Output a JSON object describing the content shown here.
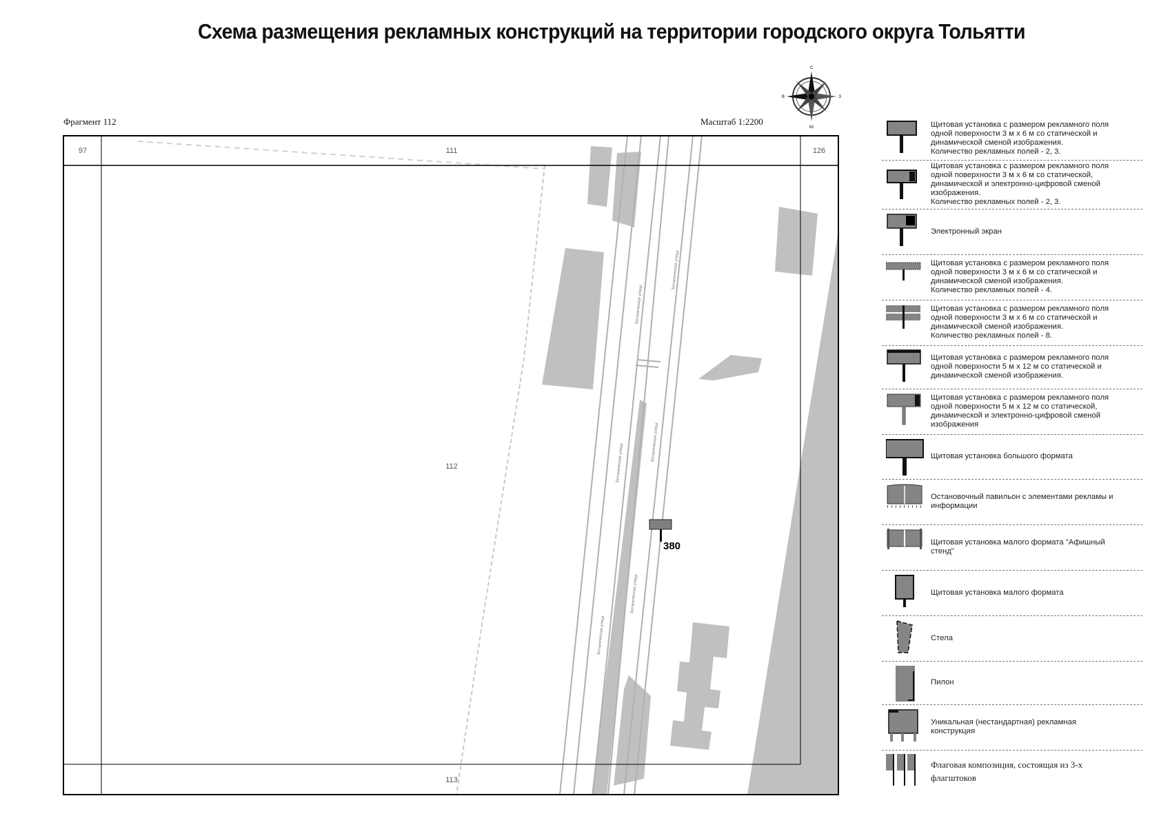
{
  "title": "Схема размещения рекламных конструкций на территории городского округа Тольятти",
  "fragment_label": "Фрагмент 112",
  "scale_label": "Масштаб 1:2200",
  "compass": {
    "n": "С",
    "s": "Ю",
    "w": "В",
    "e": "З"
  },
  "map": {
    "sheet_labels": {
      "top_left": "97",
      "top_center": "111",
      "top_right": "126",
      "center": "112",
      "bottom_center": "113"
    },
    "street_name": "Ботаническая улица",
    "markers": [
      {
        "id": "380",
        "type": "billboard-3x6-static-dynamic"
      }
    ],
    "colors": {
      "fill": "#c0c0c0",
      "frame": "#000000",
      "marker": "#808080"
    }
  },
  "legend": [
    {
      "icon": "billboard-3x6-icon",
      "text": "Щитовая установка с размером рекламного поля\nодной поверхности 3 м х 6 м со статической и\nдинамической сменой изображения.\nКоличество рекламных полей - 2, 3."
    },
    {
      "icon": "billboard-3x6-digital-icon",
      "text": "Щитовая установка с размером рекламного поля\nодной поверхности 3 м х 6 м со статической,\nдинамической и электронно-цифровой сменой\nизображения.\nКоличество рекламных полей - 2, 3."
    },
    {
      "icon": "electronic-screen-icon",
      "text": "Электронный экран"
    },
    {
      "icon": "billboard-4-fields-icon",
      "text": "Щитовая установка с размером рекламного поля\nодной поверхности 3 м х 6 м со статической и\nдинамической сменой изображения.\nКоличество рекламных полей - 4."
    },
    {
      "icon": "billboard-8-fields-icon",
      "text": "Щитовая установка с размером рекламного поля\nодной поверхности 3 м х 6 м со статической и\nдинамической сменой изображения.\nКоличество рекламных полей - 8."
    },
    {
      "icon": "billboard-5x12-icon",
      "text": "Щитовая установка с размером рекламного поля\nодной поверхности 5 м х 12 м со статической и\nдинамической сменой изображения."
    },
    {
      "icon": "billboard-5x12-digital-icon",
      "text": "Щитовая установка с размером рекламного поля\nодной поверхности 5 м х 12 м со статической,\nдинамической и электронно-цифровой сменой\nизображения"
    },
    {
      "icon": "large-format-billboard-icon",
      "text": "Щитовая установка большого формата"
    },
    {
      "icon": "bus-stop-pavilion-icon",
      "text": "Остановочный павильон с элементами рекламы и\nинформации"
    },
    {
      "icon": "poster-stand-icon",
      "text": "Щитовая установка малого формата \"Афишный\nстенд\""
    },
    {
      "icon": "small-format-billboard-icon",
      "text": "Щитовая установка малого формата"
    },
    {
      "icon": "stele-icon",
      "text": "Стела"
    },
    {
      "icon": "pylon-icon",
      "text": "Пилон"
    },
    {
      "icon": "unique-construction-icon",
      "text": "Уникальная (нестандартная) рекламная\nконструкция"
    },
    {
      "icon": "flag-composition-icon",
      "text": "Флаговая композиция, состоящая из 3-х\nфлагштоков"
    }
  ]
}
